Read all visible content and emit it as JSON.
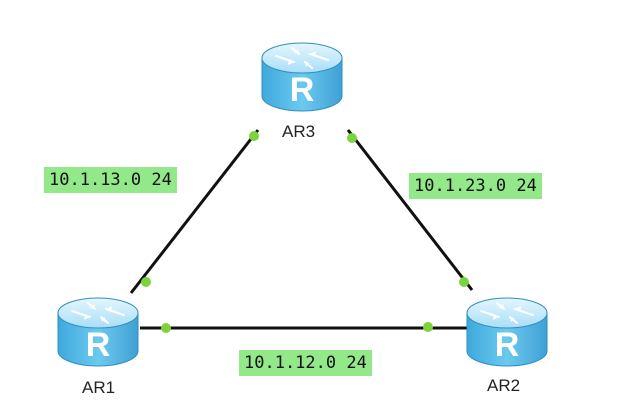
{
  "colors": {
    "link": "#111111",
    "port": "#7ed33a",
    "label_bg": "#93e88a",
    "router_top": "#bfeaff",
    "router_side": "#4fb8e6",
    "router_edge": "#2f8fc0",
    "router_letter": "#ffffff"
  },
  "router_icon": {
    "letter": "R",
    "icon": "router-icon"
  },
  "routers": [
    {
      "id": "ar3",
      "name": "AR3"
    },
    {
      "id": "ar1",
      "name": "AR1"
    },
    {
      "id": "ar2",
      "name": "AR2"
    }
  ],
  "links": [
    {
      "id": "ar1-ar3",
      "from": "AR1",
      "to": "AR3",
      "network": "10.1.13.0 24"
    },
    {
      "id": "ar2-ar3",
      "from": "AR3",
      "to": "AR2",
      "network": "10.1.23.0 24"
    },
    {
      "id": "ar1-ar2",
      "from": "AR1",
      "to": "AR2",
      "network": "10.1.12.0 24"
    }
  ]
}
